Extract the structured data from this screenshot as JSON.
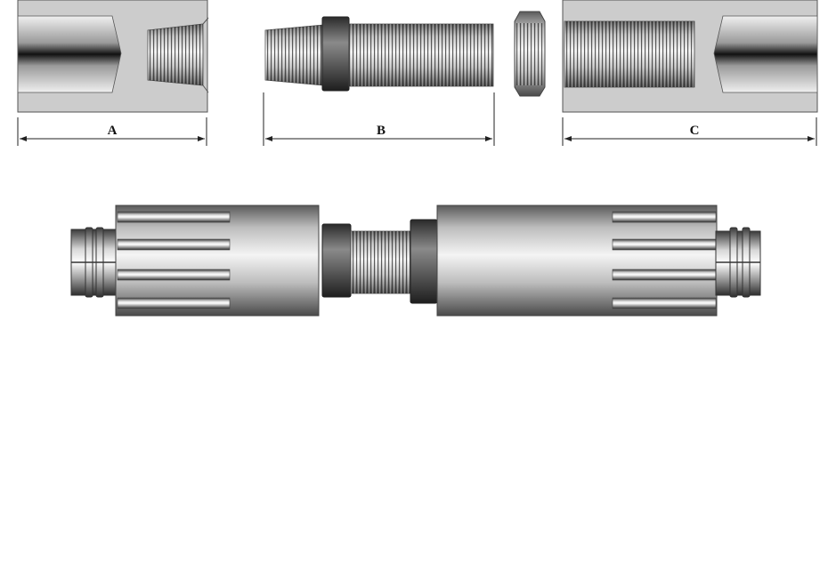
{
  "labels": {
    "a": "A",
    "b": "B",
    "c": "C"
  },
  "colors": {
    "block_fill": "#cccccc",
    "outline": "#555555",
    "metal_light": "#f2f2f2",
    "metal_dark": "#1a1a1a",
    "collar_dark": "#3a3a3a",
    "dimension_line": "#222222"
  }
}
